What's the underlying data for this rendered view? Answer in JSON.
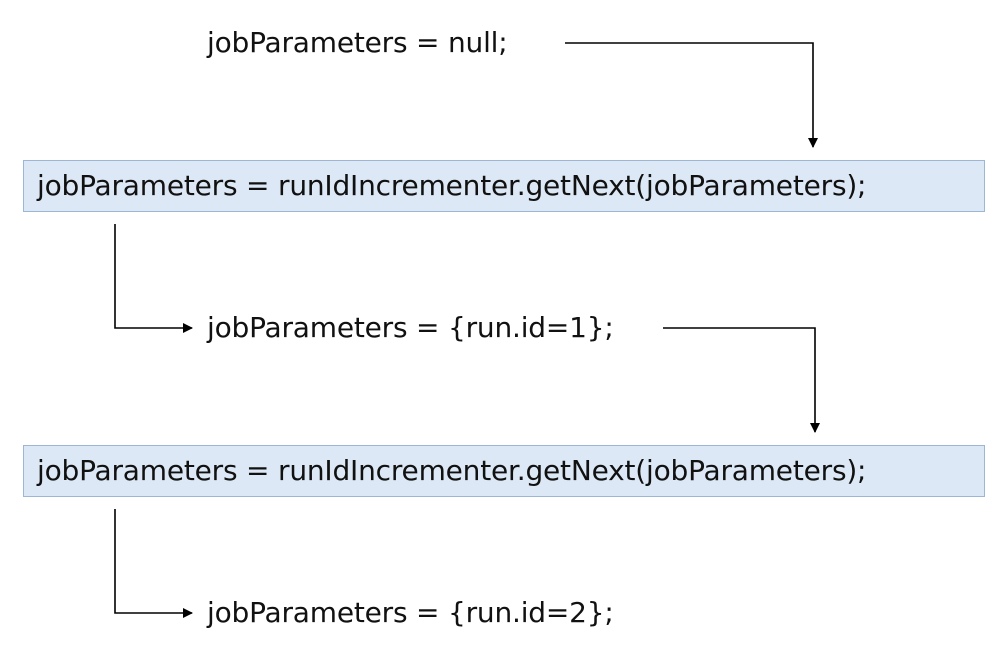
{
  "colors": {
    "box_fill": "#dce8f5",
    "box_border": "#9cb6d4",
    "text": "#111111",
    "arrow": "#000000"
  },
  "steps": [
    {
      "text": "jobParameters = null;"
    },
    {
      "text": "jobParameters = runIdIncrementer.getNext(jobParameters);"
    },
    {
      "text": "jobParameters = {run.id=1};"
    },
    {
      "text": "jobParameters = runIdIncrementer.getNext(jobParameters);"
    },
    {
      "text": "jobParameters = {run.id=2};"
    }
  ]
}
